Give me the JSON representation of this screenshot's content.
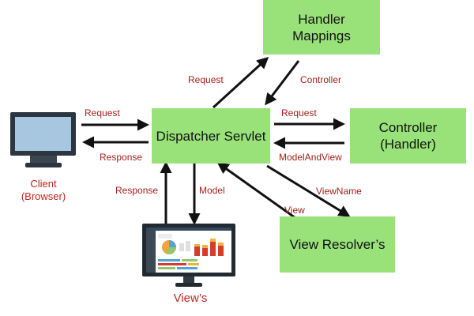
{
  "nodes": {
    "handler_mappings": {
      "line1": "Handler",
      "line2": "Mappings"
    },
    "dispatcher": {
      "label": "Dispatcher Servlet"
    },
    "controller": {
      "line1": "Controller",
      "line2": "(Handler)"
    },
    "view_resolver": {
      "label": "View Resolver’s"
    },
    "client": {
      "line1": "Client",
      "line2": "(Browser)"
    },
    "views": {
      "label": "View’s"
    }
  },
  "edges": {
    "client_to_dispatcher": "Request",
    "dispatcher_to_client": "Response",
    "dispatcher_to_mappings": "Request",
    "mappings_to_dispatcher": "Controller",
    "dispatcher_to_controller": "Request",
    "controller_to_dispatcher": "ModelAndView",
    "dispatcher_to_resolver": "ViewName",
    "resolver_to_dispatcher": "View",
    "dispatcher_to_views": "Model",
    "views_to_dispatcher": "Response"
  },
  "colors": {
    "box_fill": "#99e27a",
    "label_text": "#a3201c",
    "arrow": "#111111"
  }
}
